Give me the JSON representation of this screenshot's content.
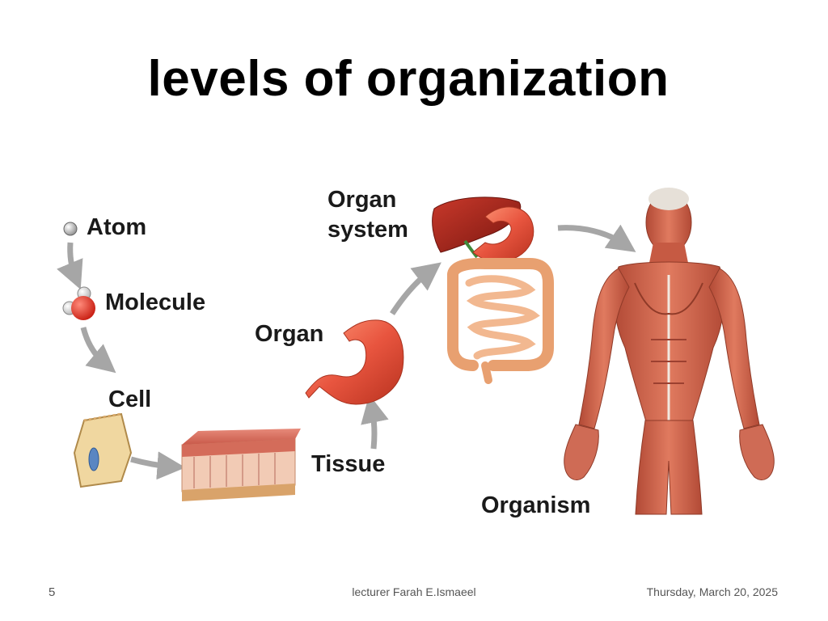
{
  "slide": {
    "title": "levels of organization",
    "number": "5",
    "author": "lecturer Farah E.Ismaeel",
    "date": "Thursday, March 20, 2025"
  },
  "diagram": {
    "labels": {
      "atom": "Atom",
      "molecule": "Molecule",
      "cell": "Cell",
      "tissue": "Tissue",
      "organ": "Organ",
      "organ_system_line1": "Organ",
      "organ_system_line2": "system",
      "organism": "Organism"
    },
    "colors": {
      "arrow": "#a6a6a6",
      "muscle": "#c9553f",
      "stomach": "#e8553f",
      "liver": "#a3241a",
      "intestine": "#e9a57a",
      "cell": "#f0d7a0",
      "nucleus": "#5a86c2"
    }
  }
}
